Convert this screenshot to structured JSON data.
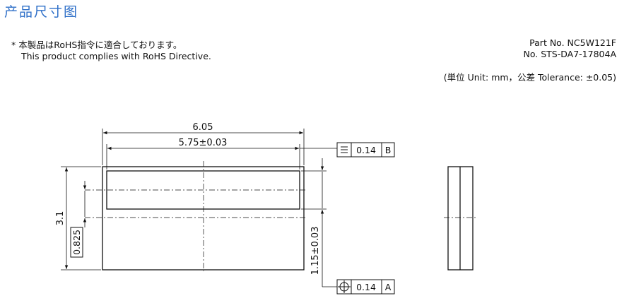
{
  "header": {
    "title": "产品尺寸图"
  },
  "note": {
    "marker": "*",
    "line_ja": "本製品はRoHS指令に適合しております。",
    "line_en": "This product complies with RoHS Directive."
  },
  "part_info": {
    "part_no": "Part No. NC5W121F",
    "doc_no": "No. STS-DA7-17804A"
  },
  "units": {
    "text": "(単位 Unit: mm，公差 Tolerance: ±0.05)"
  },
  "dimensions": {
    "overall_length": "6.05",
    "window_length": "5.75±0.03",
    "height": "3.1",
    "offset": "0.825",
    "window_height": "1.15±0.03"
  },
  "tolerances": {
    "flatness": {
      "value": "0.14",
      "datum": "B"
    },
    "position": {
      "value": "0.14",
      "datum": "A"
    }
  }
}
